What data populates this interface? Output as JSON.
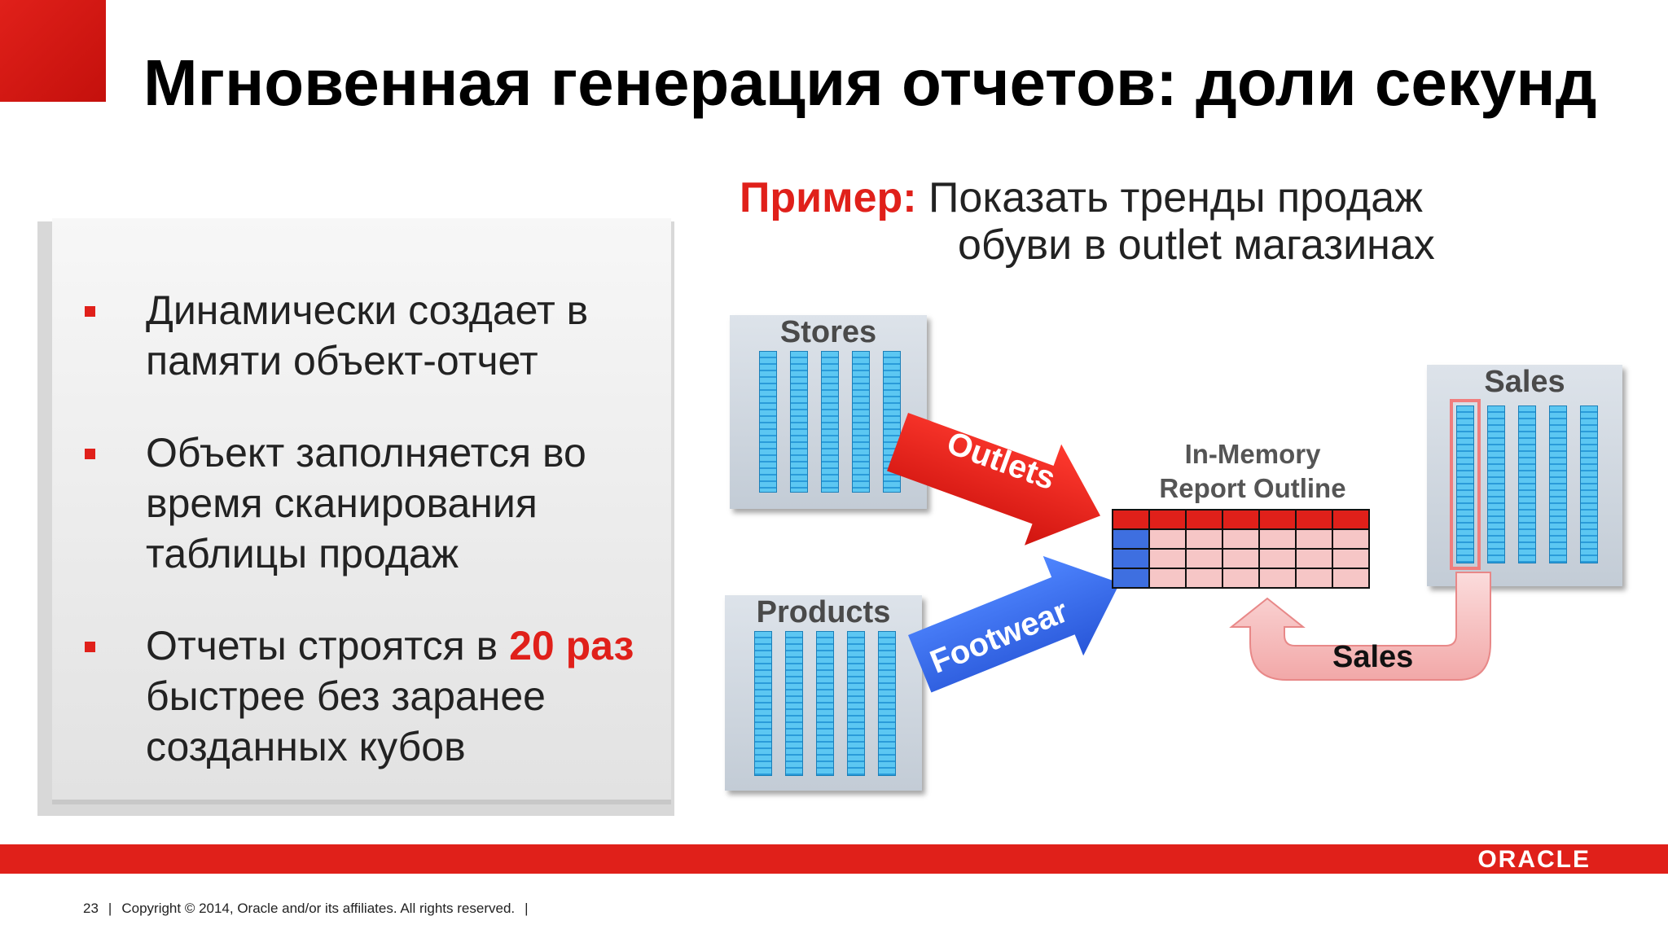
{
  "title": "Мгновенная генерация отчетов: доли секунд",
  "bullets": [
    {
      "text": "Динамически создает в памяти объект-отчет"
    },
    {
      "text": "Объект заполняется во время сканирования таблицы продаж"
    },
    {
      "pre": "Отчеты строятся  в ",
      "highlight": "20 раз",
      "post": " быстрее без заранее созданных кубов"
    }
  ],
  "example": {
    "label": "Пример:",
    "line1": " Показать тренды продаж",
    "line2": "обуви в outlet  магазинах"
  },
  "diagram": {
    "stores_label": "Stores",
    "products_label": "Products",
    "sales_table_label": "Sales",
    "outlets_arrow": "Outlets",
    "footwear_arrow": "Footwear",
    "inmemory_line1": "In-Memory",
    "inmemory_line2": "Report Outline",
    "sales_arrow": "Sales"
  },
  "footer": {
    "slide_number": "23",
    "copyright": "Copyright © 2014, Oracle and/or its affiliates. All rights reserved.",
    "logo": "ORACLE"
  },
  "colors": {
    "accent": "#e0201a",
    "blue": "#3e6fe0",
    "column": "#2a9bd9"
  }
}
